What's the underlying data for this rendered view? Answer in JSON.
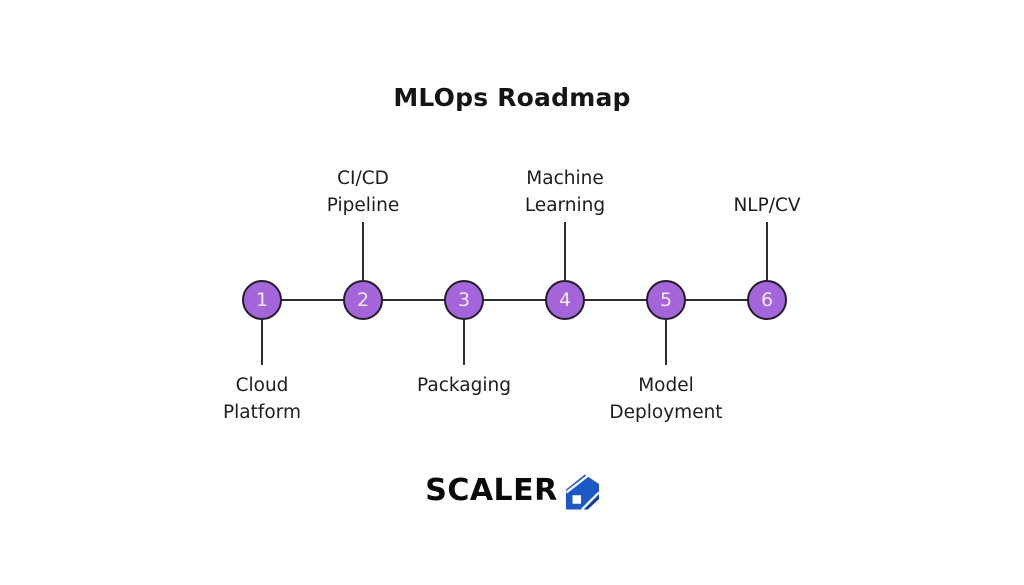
{
  "title": "MLOps Roadmap",
  "timeline": {
    "nodes": [
      {
        "number": "1",
        "label": "Cloud\nPlatform",
        "label_position": "below"
      },
      {
        "number": "2",
        "label": "CI/CD\nPipeline",
        "label_position": "above"
      },
      {
        "number": "3",
        "label": "Packaging",
        "label_position": "below"
      },
      {
        "number": "4",
        "label": "Machine\nLearning",
        "label_position": "above"
      },
      {
        "number": "5",
        "label": "Model\nDeployment",
        "label_position": "below"
      },
      {
        "number": "6",
        "label": "NLP/CV",
        "label_position": "above"
      }
    ],
    "node_fill_color": "#a565da",
    "node_border_color": "#231c2a",
    "node_number_color": "#f2eaf9",
    "connector_color": "#2d2d2d"
  },
  "footer": {
    "brand": "SCALER",
    "logo_icon": "scaler-cube-icon",
    "logo_blue": "#1c58c6",
    "logo_blue_dark": "#0e4096"
  }
}
